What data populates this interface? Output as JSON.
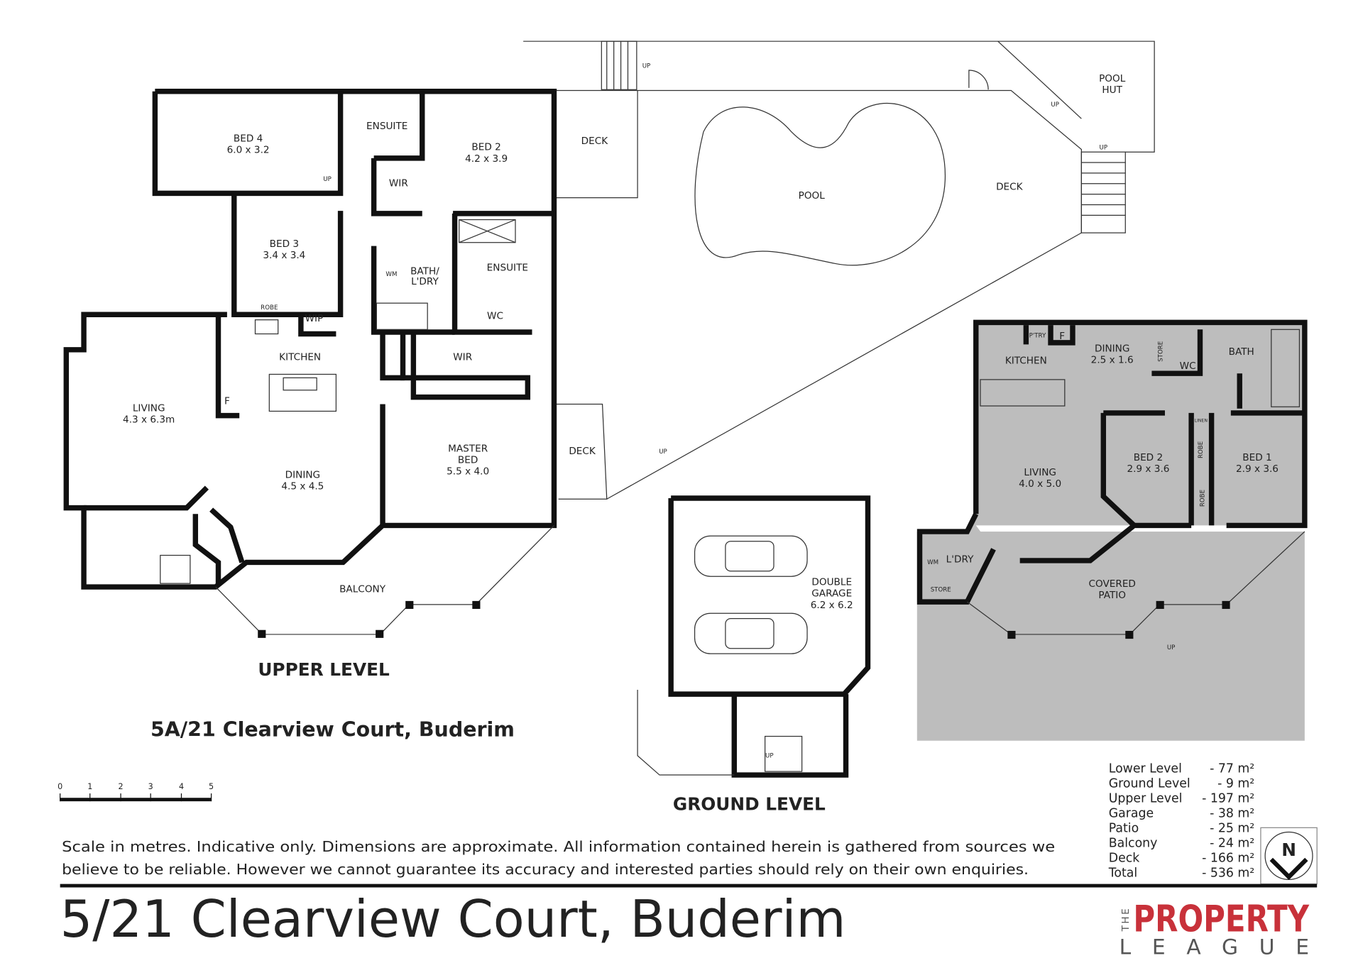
{
  "upper": {
    "title": "UPPER LEVEL",
    "rooms": {
      "bed4": [
        "BED 4",
        "6.0 x 3.2"
      ],
      "ensuite1": "ENSUITE",
      "bed2": [
        "BED 2",
        "4.2 x 3.9"
      ],
      "wir1": "WIR",
      "bed3": [
        "BED 3",
        "3.4 x 3.4"
      ],
      "robe": "ROBE",
      "wip": "WIP",
      "bath": [
        "BATH/",
        "L'DRY"
      ],
      "wm": "WM",
      "ensuite2": "ENSUITE",
      "wc": "WC",
      "kitchen": "KITCHEN",
      "fridge": "F",
      "wir2": "WIR",
      "living": [
        "LIVING",
        "4.3 x 6.3m"
      ],
      "dining": [
        "DINING",
        "4.5 x 4.5"
      ],
      "master": [
        "MASTER",
        "BED",
        "5.5 x 4.0"
      ],
      "balcony": "BALCONY",
      "deck1": "DECK",
      "deck2": "DECK",
      "up": "UP"
    }
  },
  "outdoor": {
    "pool": "POOL",
    "deck": "DECK",
    "pool_hut": [
      "POOL",
      "HUT"
    ],
    "up": "UP"
  },
  "ground": {
    "title": "GROUND LEVEL",
    "garage": [
      "DOUBLE",
      "GARAGE",
      "6.2 x 6.2"
    ],
    "up": "UP"
  },
  "lower": {
    "rooms": {
      "kitchen": "KITCHEN",
      "pantry": "P'TRY",
      "fridge": "F",
      "dining": [
        "DINING",
        "2.5 x 1.6"
      ],
      "store1": "STORE",
      "wc": "WC",
      "bath": "BATH",
      "linen": "LINEN",
      "robe": "ROBE",
      "living": [
        "LIVING",
        "4.0 x 5.0"
      ],
      "bed2": [
        "BED 2",
        "2.9 x 3.6"
      ],
      "bed1": [
        "BED 1",
        "2.9 x 3.6"
      ],
      "ldry": "L'DRY",
      "wm": "WM",
      "store2": "STORE",
      "patio": [
        "COVERED",
        "PATIO"
      ],
      "up": "UP"
    }
  },
  "address_sub": "5A/21 Clearview Court, Buderim",
  "scale": {
    "ticks": [
      "0",
      "1",
      "2",
      "3",
      "4",
      "5"
    ]
  },
  "disclaimer": [
    "Scale in metres. Indicative only. Dimensions are approximate.  All information contained herein is gathered from sources we",
    "believe to be reliable. However we cannot guarantee its accuracy and interested parties should rely on their own enquiries."
  ],
  "areas": [
    {
      "label": "Lower Level",
      "value": "-   77 m²"
    },
    {
      "label": "Ground Level",
      "value": "-     9 m²"
    },
    {
      "label": "Upper Level",
      "value": "- 197 m²"
    },
    {
      "label": "Garage",
      "value": "-   38 m²"
    },
    {
      "label": "Patio",
      "value": "-   25 m²"
    },
    {
      "label": "Balcony",
      "value": "-   24 m²"
    },
    {
      "label": "Deck",
      "value": "- 166 m²"
    },
    {
      "label": "Total",
      "value": "- 536 m²"
    }
  ],
  "compass": "N",
  "title": "5/21 Clearview Court, Buderim",
  "logo": {
    "the": "THE",
    "property": "PROPERTY",
    "league": "LEAGUE",
    "red": "#c8313a",
    "grey": "#555555"
  }
}
